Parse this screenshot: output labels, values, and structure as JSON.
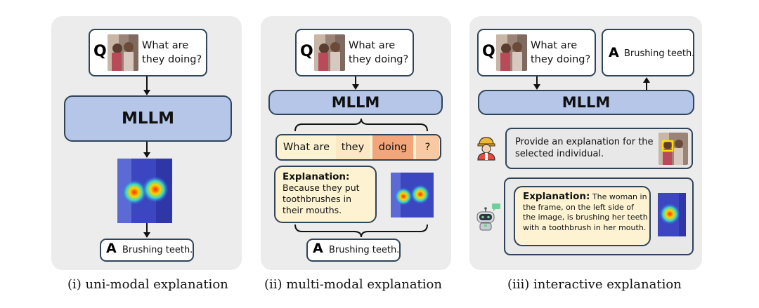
{
  "panels": [
    {
      "caption": "(i) uni-modal explanation",
      "question_marker": "Q",
      "question": "What are they doing?",
      "question_lines": [
        "What are",
        "they doing?"
      ],
      "model_label": "MLLM",
      "answer_marker": "A",
      "answer": "Brushing teeth."
    },
    {
      "caption": "(ii) multi-modal explanation",
      "question_marker": "Q",
      "question_lines": [
        "What are",
        "they doing?"
      ],
      "model_label": "MLLM",
      "tokens": [
        "What are",
        "they",
        "doing",
        "?"
      ],
      "token_highlight": [
        "none",
        "light",
        "strong",
        "medium"
      ],
      "explanation_title": "Explanation:",
      "explanation_lines": [
        "Because they put",
        "toothbrushes in",
        "their mouths."
      ],
      "answer_marker": "A",
      "answer": "Brushing teeth."
    },
    {
      "caption": "(iii) interactive explanation",
      "question_marker": "Q",
      "question_lines": [
        "What are",
        "they doing?"
      ],
      "answer_marker": "A",
      "answer": "Brushing teeth.",
      "model_label": "MLLM",
      "user_prompt_lines": [
        "Provide an explanation for the",
        "selected individual."
      ],
      "explanation_title": "Explanation:",
      "explanation_first": "The woman in",
      "explanation_lines": [
        "the frame, on the left side of",
        "the image, is brushing her teeth",
        "with a toothbrush in her mouth."
      ]
    }
  ],
  "colors": {
    "model_fill": "#b5c6e8",
    "border": "#2f4458",
    "token_light": "#fde8c4",
    "token_medium": "#f8c9a2",
    "token_strong": "#f2a679",
    "explanation_fill": "#fdf3d2",
    "panel_bg": "#ececec"
  },
  "icons": [
    "user-avatar-icon",
    "robot-avatar-icon",
    "speech-bubble-icon"
  ]
}
